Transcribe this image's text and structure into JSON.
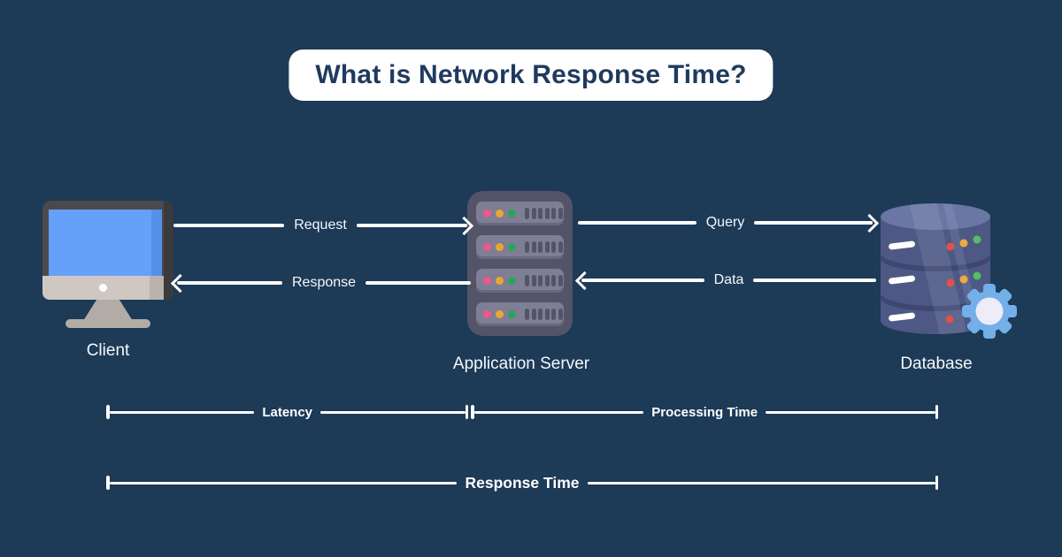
{
  "title": "What is Network Response Time?",
  "nodes": {
    "client": {
      "label": "Client"
    },
    "app_server": {
      "label": "Application Server"
    },
    "database": {
      "label": "Database"
    }
  },
  "arrows": {
    "request": {
      "label": "Request",
      "direction": "client-to-server"
    },
    "response": {
      "label": "Response",
      "direction": "server-to-client"
    },
    "query": {
      "label": "Query",
      "direction": "server-to-database"
    },
    "data": {
      "label": "Data",
      "direction": "database-to-server"
    }
  },
  "measurements": {
    "latency": {
      "label": "Latency",
      "span": "client-to-server"
    },
    "processing_time": {
      "label": "Processing Time",
      "span": "server-to-database"
    },
    "response_time": {
      "label": "Response Time",
      "span": "client-to-database"
    }
  },
  "icons": {
    "client": "client-computer-icon",
    "app_server": "server-rack-icon",
    "database": "database-icon",
    "gear": "gear-icon"
  },
  "colors": {
    "background": "#1d3a57",
    "title_bg": "#ffffff",
    "title_text": "#1f3a5e",
    "line_white": "#ffffff",
    "screen_blue": "#66a0f8",
    "monitor_frame": "#4a4a4c",
    "monitor_chin": "#cfc8c2",
    "server_body": "#545469",
    "server_bar": "#7e7e95",
    "led_pink": "#f0568c",
    "led_yellow": "#e9a72f",
    "led_green": "#2ba25f",
    "db_body": "#4e5884",
    "db_top": "#6a76a4",
    "db_separator": "#3e4671",
    "db_dot_red": "#e25048",
    "db_dot_yellow": "#efaa3c",
    "db_dot_green": "#55bd62",
    "gear_blue": "#73b0e9",
    "gear_hole": "#edecf8"
  }
}
